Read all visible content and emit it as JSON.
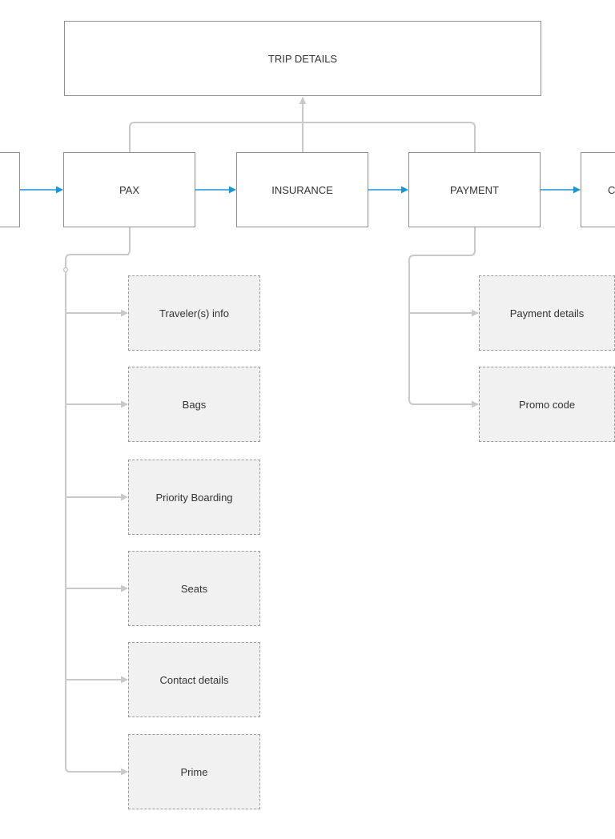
{
  "diagram": {
    "colors": {
      "flow_arrow": "#1a96d4",
      "connector": "#c9c9c9",
      "box_border": "#8f8f8f",
      "sub_fill": "#f1f1f1"
    },
    "top": {
      "label": "TRIP DETAILS"
    },
    "steps": [
      {
        "id": "pax",
        "label": "PAX"
      },
      {
        "id": "insurance",
        "label": "INSURANCE"
      },
      {
        "id": "payment",
        "label": "PAYMENT"
      },
      {
        "id": "next-partial",
        "label": "C"
      }
    ],
    "pax_children": [
      "Traveler(s) info",
      "Bags",
      "Priority Boarding",
      "Seats",
      "Contact details",
      "Prime"
    ],
    "payment_children": [
      "Payment details",
      "Promo code"
    ]
  }
}
